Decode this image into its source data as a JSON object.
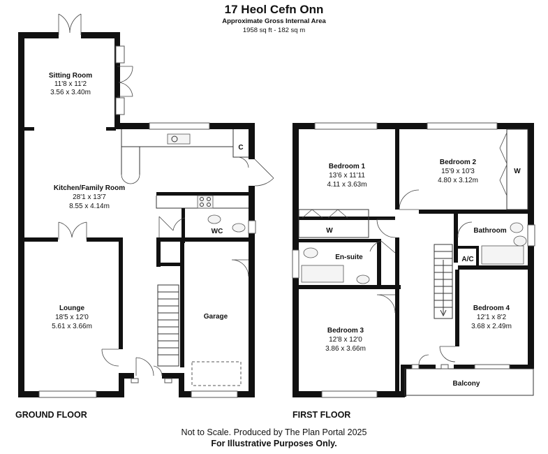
{
  "header": {
    "title": "17 Heol Cefn Onn",
    "subtitle": "Approximate Gross Internal Area",
    "area": "1958 sq ft - 182 sq m"
  },
  "floors": {
    "ground": "GROUND FLOOR",
    "first": "FIRST FLOOR"
  },
  "rooms": {
    "sitting_room": {
      "name": "Sitting Room",
      "imperial": "11'8 x 11'2",
      "metric": "3.56 x 3.40m"
    },
    "kitchen": {
      "name": "Kitchen/Family Room",
      "imperial": "28'1 x 13'7",
      "metric": "8.55 x 4.14m"
    },
    "lounge": {
      "name": "Lounge",
      "imperial": "18'5 x 12'0",
      "metric": "5.61 x 3.66m"
    },
    "garage": {
      "name": "Garage"
    },
    "wc": {
      "name": "WC"
    },
    "cupboard": {
      "name": "C"
    },
    "bedroom1": {
      "name": "Bedroom 1",
      "imperial": "13'6 x 11'11",
      "metric": "4.11 x 3.63m"
    },
    "bedroom2": {
      "name": "Bedroom 2",
      "imperial": "15'9 x 10'3",
      "metric": "4.80 x 3.12m"
    },
    "bedroom3": {
      "name": "Bedroom 3",
      "imperial": "12'8 x 12'0",
      "metric": "3.86 x 3.66m"
    },
    "bedroom4": {
      "name": "Bedroom 4",
      "imperial": "12'1 x 8'2",
      "metric": "3.68 x 2.49m"
    },
    "ensuite": {
      "name": "En-suite"
    },
    "bathroom": {
      "name": "Bathroom"
    },
    "ac": {
      "name": "A/C"
    },
    "balcony": {
      "name": "Balcony"
    },
    "wardrobe1": {
      "name": "W"
    },
    "wardrobe2": {
      "name": "W"
    }
  },
  "footer": {
    "line1": "Not to Scale. Produced by The Plan Portal 2025",
    "line2": "For Illustrative Purposes Only."
  }
}
